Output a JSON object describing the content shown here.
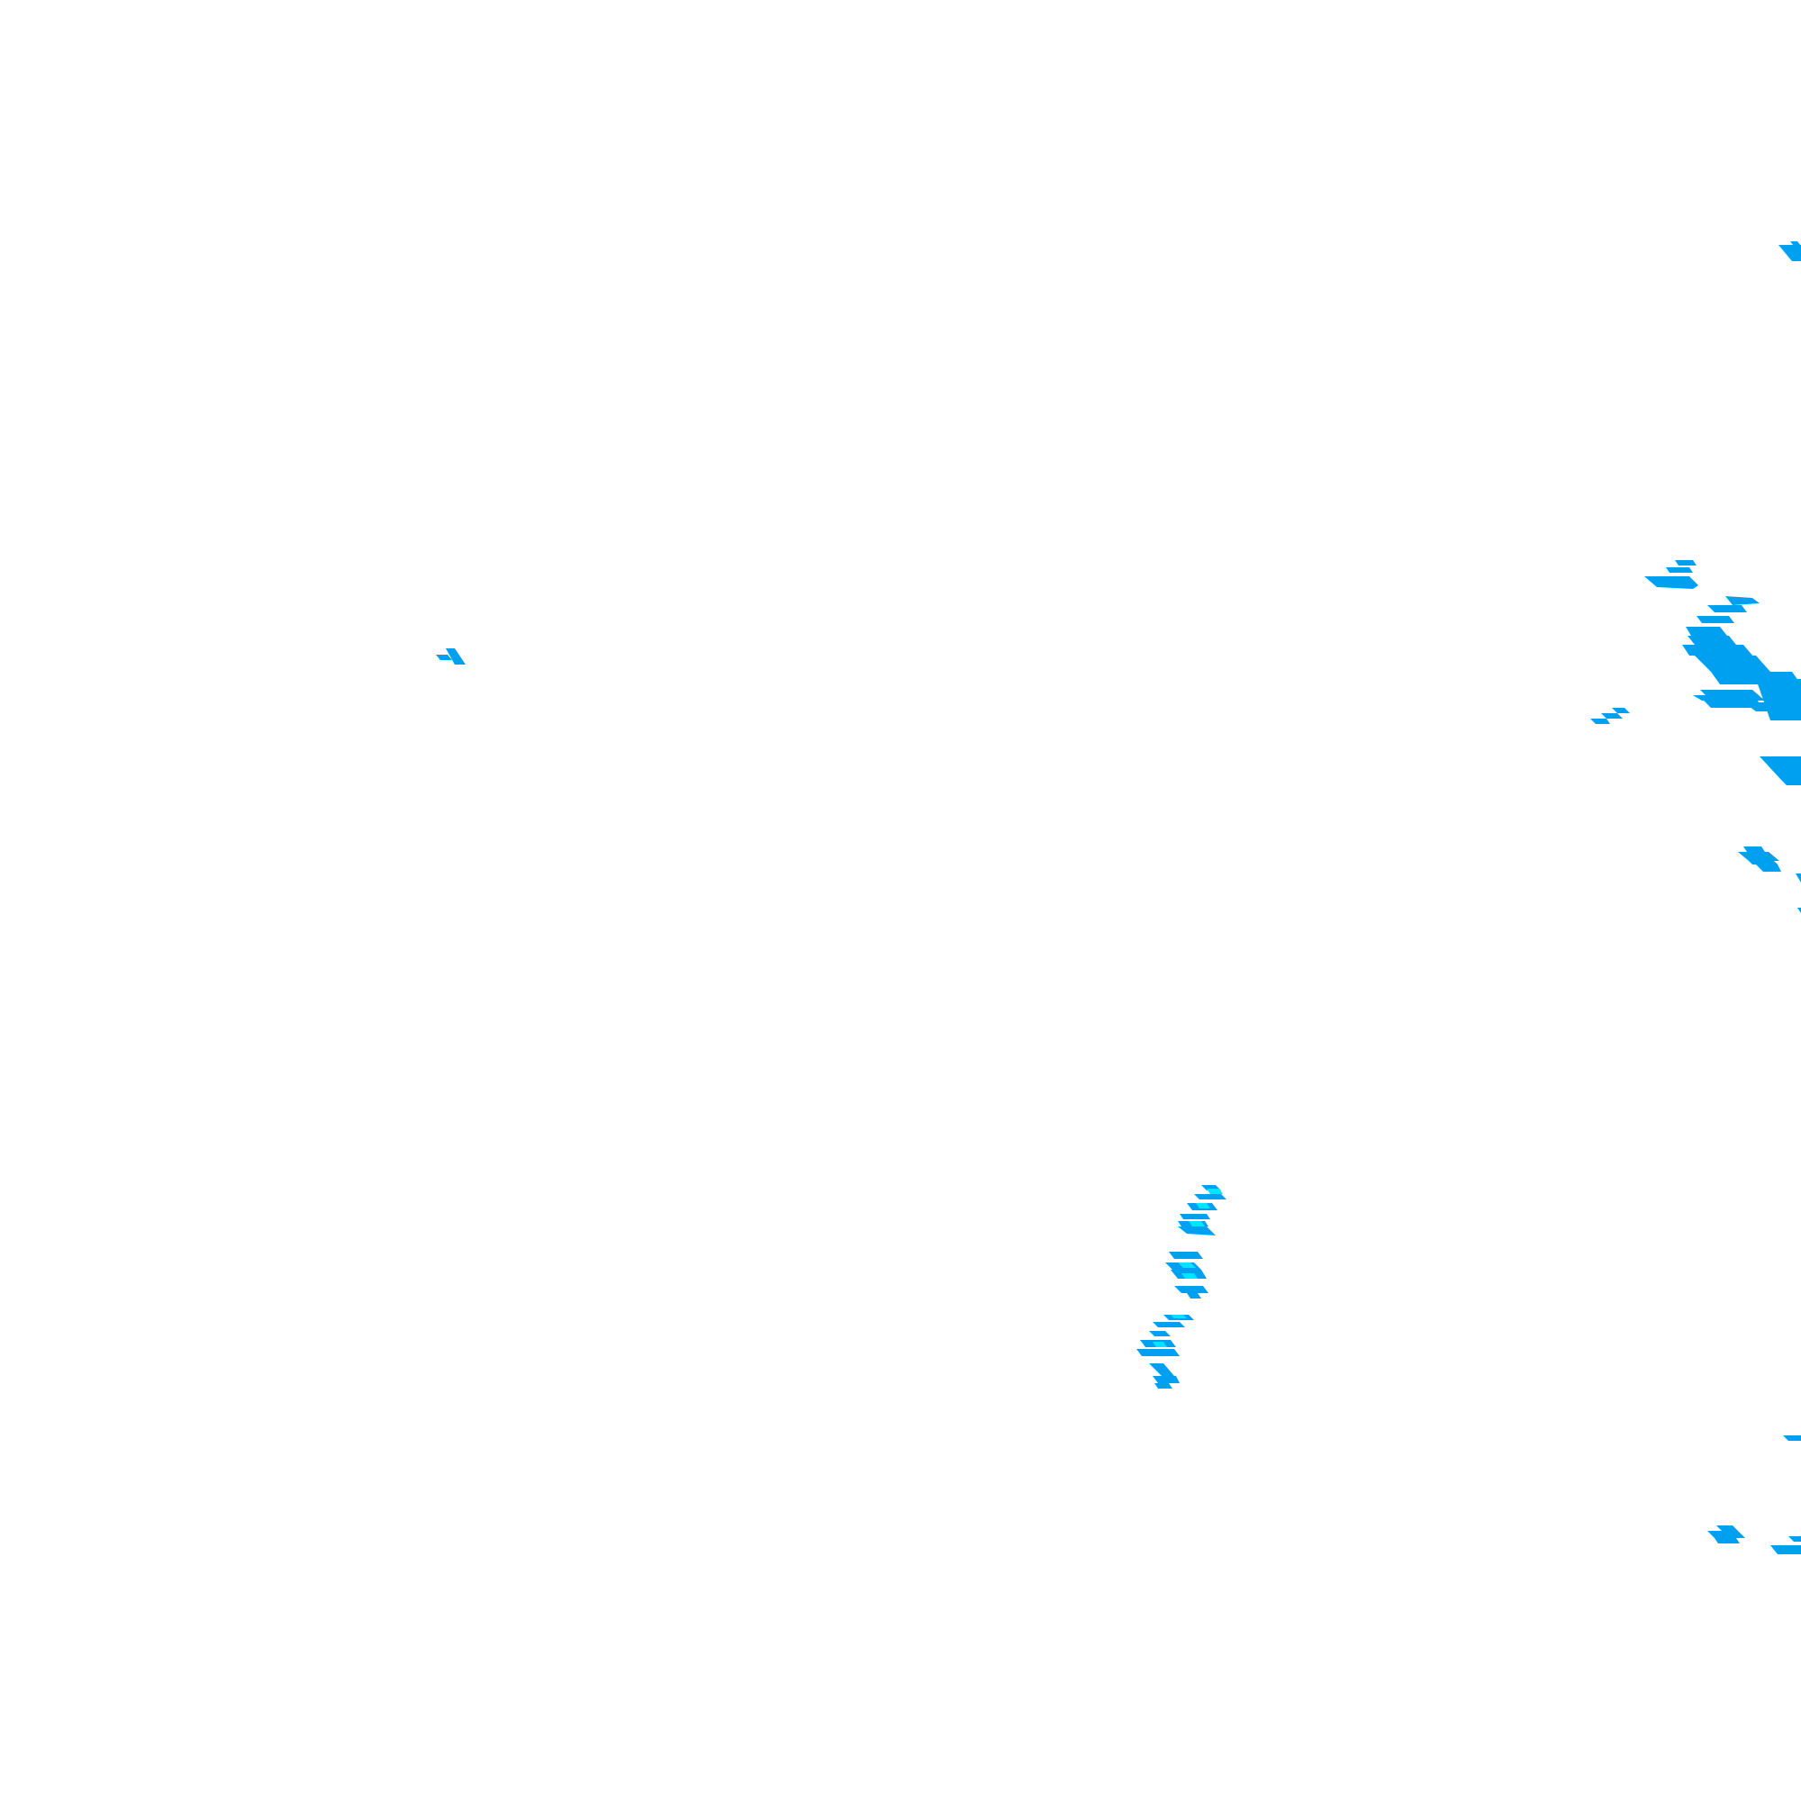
{
  "map": {
    "kind": "precipitation-radar-tile",
    "background_color": "#ffffff",
    "legend_colors": {
      "light": "#00e5ff",
      "moderate": "#00a0f0"
    },
    "echo_cells": [
      {
        "name": "echo-cell-west-isolated",
        "intensity": "moderate"
      },
      {
        "name": "echo-cell-northeast-edge",
        "intensity": "moderate"
      },
      {
        "name": "echo-cell-east-band",
        "intensity": "moderate"
      },
      {
        "name": "echo-cell-east-fragment",
        "intensity": "moderate"
      },
      {
        "name": "echo-cell-east-lower",
        "intensity": "moderate"
      },
      {
        "name": "echo-cell-east-small",
        "intensity": "moderate"
      },
      {
        "name": "echo-cell-central-band",
        "intensity": "light"
      },
      {
        "name": "echo-cell-southeast",
        "intensity": "moderate"
      }
    ]
  }
}
